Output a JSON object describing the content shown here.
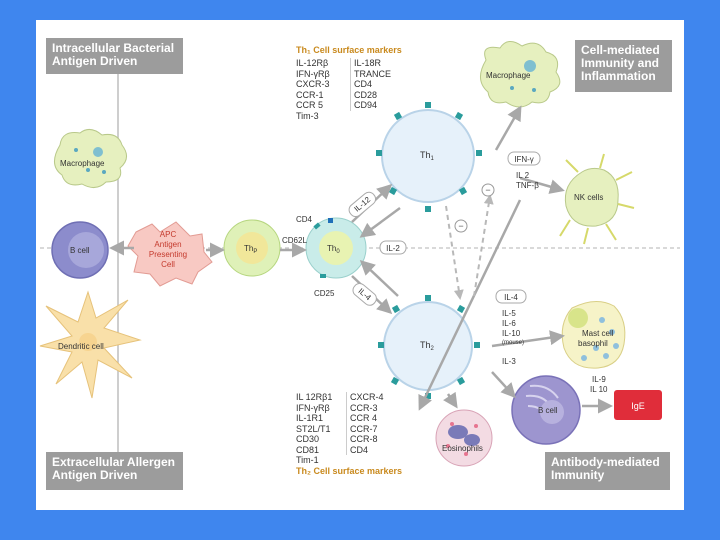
{
  "corners": {
    "top_left": [
      "Intracellular Bacterial",
      "Antigen Driven"
    ],
    "top_right": [
      "Cell-mediated",
      "Immunity and",
      "Inflammation"
    ],
    "bottom_left": [
      "Extracellular Allergen",
      "Antigen Driven"
    ],
    "bottom_right": [
      "Antibody-mediated",
      "Immunity"
    ]
  },
  "th1_markers": {
    "title": "Th₁ Cell surface markers",
    "col1": [
      "IL-12Rβ",
      "IFN-γRβ",
      "CXCR-3",
      "CCR-1",
      "CCR 5",
      "Tim-3"
    ],
    "col2": [
      "IL-18R",
      "TRANCE",
      "CD4",
      "CD28",
      "CD94"
    ]
  },
  "th2_markers": {
    "title": "Th₂ Cell surface markers",
    "col1": [
      "IL 12Rβ1",
      "IFN-γRβ",
      "IL-1R1",
      "ST2L/T1",
      "CD30",
      "CD81",
      "Tim-1"
    ],
    "col2": [
      "CXCR-4",
      "CCR-3",
      "CCR 4",
      "CCR-7",
      "CCR-8",
      "CD4"
    ]
  },
  "cells": {
    "macrophage_left": "Macrophage",
    "b_cell_left": "B cell",
    "dendritic": "Dendritic cell",
    "apc": [
      "APC",
      "Antigen",
      "Presenting",
      "Cell"
    ],
    "thp": "Th",
    "thp_sub": "P",
    "th0": "Th",
    "th0_sub": "0",
    "th1": "Th",
    "th1_sub": "1",
    "th2": "Th",
    "th2_sub": "2",
    "macrophage_right": "Macrophage",
    "nk": "NK cells",
    "mast": [
      "Mast cell",
      "basophil"
    ],
    "b_cell_right": "B cell",
    "ige": "IgE",
    "eosinophils": "Eosinophils"
  },
  "labels": {
    "cd4": "CD4",
    "cd62l": "CD62L",
    "cd25": "CD25",
    "il12": "IL-12",
    "il2": "IL-2",
    "il4_arrow": "IL-4",
    "ifn": "IFN-γ",
    "il2_tnf": [
      "IL 2",
      "TNF-β"
    ],
    "il4_box": "IL-4",
    "il_stack": [
      "IL-5",
      "IL-6",
      "IL-10"
    ],
    "mouse": "(mouse)",
    "il3": "IL-3",
    "il9_10": [
      "IL-9",
      "IL 10"
    ],
    "minus": "−"
  },
  "colors": {
    "background": "#3f86ee",
    "corner_box": "#9c9c9c",
    "macrophage": "#e6f0bf",
    "b_cell": "#8c8ccc",
    "dendritic": "#f9e0a9",
    "apc": "#f8c9c3",
    "thp": "#dff1b8",
    "th0": "#c9ece9",
    "th_cell": "#e6f1fa",
    "receptor": "#2a9c9c",
    "ige": "#e02d3a",
    "arrow": "#a8a8a8"
  }
}
